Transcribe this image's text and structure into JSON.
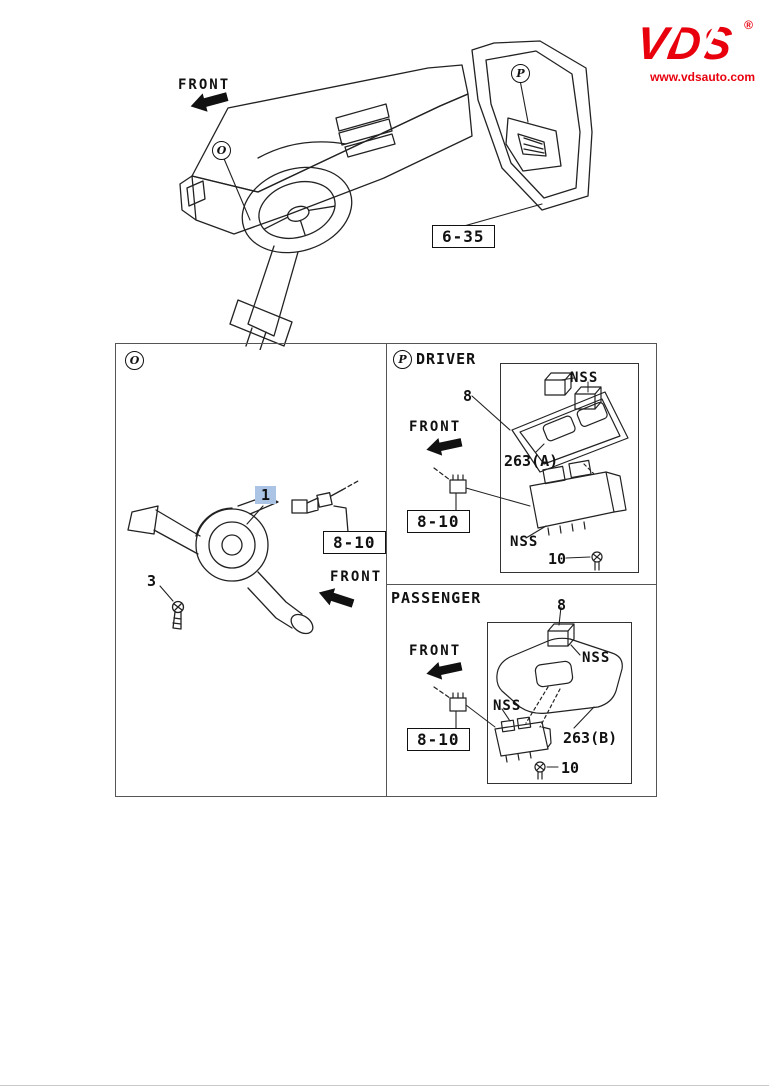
{
  "brand": {
    "name": "VDS",
    "reg": "®",
    "site": "www.vdsauto.com"
  },
  "overview": {
    "front": "FRONT",
    "callout_o": "O",
    "callout_p": "P",
    "ref": "6-35"
  },
  "left_panel": {
    "callout": "O",
    "part1": "1",
    "part3": "3",
    "ref": "8-10",
    "front": "FRONT"
  },
  "driver": {
    "callout": "P",
    "title": "DRIVER",
    "front": "FRONT",
    "nss_top": "NSS",
    "part8": "8",
    "code": "263(A)",
    "ref": "8-10",
    "nss_bottom": "NSS",
    "part10": "10"
  },
  "passenger": {
    "title": "PASSENGER",
    "front": "FRONT",
    "part8": "8",
    "nss_right": "NSS",
    "nss_left": "NSS",
    "code": "263(B)",
    "ref": "8-10",
    "part10": "10"
  },
  "colors": {
    "accent": "#e8000d",
    "highlight": "#abc4e5",
    "line": "#222222"
  }
}
